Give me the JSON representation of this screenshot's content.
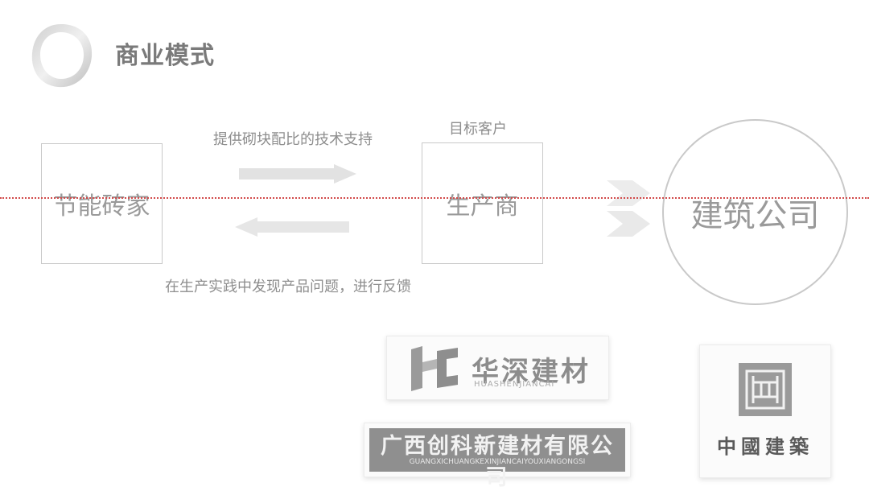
{
  "title": "商业模式",
  "nodes": {
    "left": "节能砖家",
    "middle": "生产商",
    "right": "建筑公司"
  },
  "labels": {
    "support": "提供砌块配比的技术支持",
    "feedback": "在生产实践中发现产品问题，进行反馈",
    "target": "目标客户"
  },
  "logos": {
    "huashen": {
      "name": "华深建材",
      "pinyin": "HUASHENJIANCAI"
    },
    "guangxi": {
      "name": "广西创科新建材有限公司",
      "pinyin": "GUANGXICHUANGKEXINJIANCAIYOUXIANGONGSI"
    },
    "cscec": {
      "name": "中國建築"
    }
  },
  "colors": {
    "accent_line": "#d24a4a",
    "text": "#8a8a8a",
    "border": "#c9c9c9"
  }
}
